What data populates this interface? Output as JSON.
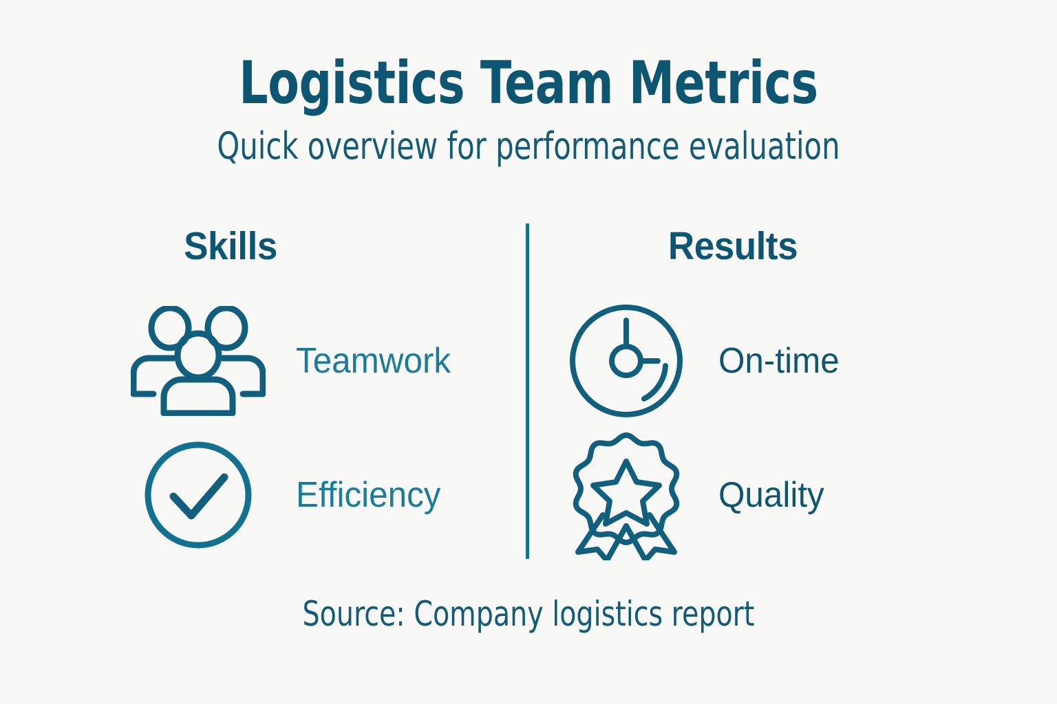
{
  "header": {
    "title": "Logistics Team Metrics",
    "subtitle": "Quick overview for performance evaluation"
  },
  "columns": [
    {
      "heading": "Skills",
      "metrics": [
        {
          "label": "Teamwork",
          "icon": "people-group-icon"
        },
        {
          "label": "Efficiency",
          "icon": "check-circle-icon"
        }
      ]
    },
    {
      "heading": "Results",
      "metrics": [
        {
          "label": "On-time",
          "icon": "clock-icon"
        },
        {
          "label": "Quality",
          "icon": "award-badge-icon"
        }
      ]
    }
  ],
  "footer": {
    "source": "Source: Company logistics report"
  },
  "colors": {
    "background": "#f8f8f7",
    "title_dark": "#0e5572",
    "label_light": "#1a7b9b",
    "divider": "#12718f",
    "icon_stroke": "#115f7c"
  }
}
